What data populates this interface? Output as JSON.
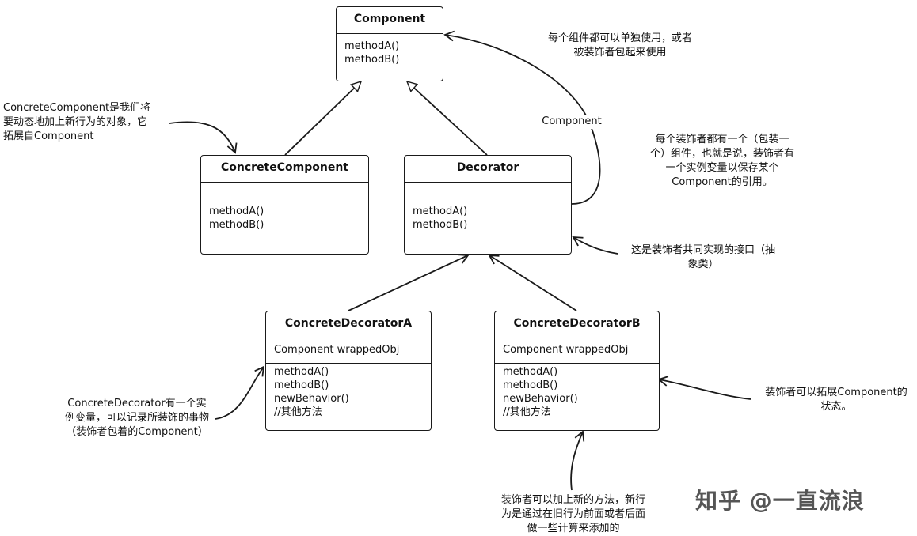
{
  "classes": {
    "component": {
      "name": "Component",
      "methods": [
        "methodA()",
        "methodB()"
      ]
    },
    "concrete_component": {
      "name": "ConcreteComponent",
      "methods": [
        "methodA()",
        "methodB()"
      ]
    },
    "decorator": {
      "name": "Decorator",
      "methods": [
        "methodA()",
        "methodB()"
      ]
    },
    "decorator_a": {
      "name": "ConcreteDecoratorA",
      "field": "Component wrappedObj",
      "methods": [
        "methodA()",
        "methodB()",
        "newBehavior()",
        "//其他方法"
      ]
    },
    "decorator_b": {
      "name": "ConcreteDecoratorB",
      "field": "Component wrappedObj",
      "methods": [
        "methodA()",
        "methodB()",
        "newBehavior()",
        "//其他方法"
      ]
    }
  },
  "notes": {
    "standalone": [
      "每个组件都可以单独使用，或者",
      "被装饰者包起来使用"
    ],
    "concrete_component": [
      "ConcreteComponent是我们将",
      "要动态地加上新行为的对象，它",
      "拓展自Component"
    ],
    "component_label": "Component",
    "has_component": [
      "每个装饰者都有一个（包装一",
      "个）组件，也就是说，装饰者有",
      "一个实例变量以保存某个",
      "Component的引用。"
    ],
    "common_interface": [
      "这是装饰者共同实现的接口（抽",
      "象类）"
    ],
    "wrapped_var": [
      "ConcreteDecorator有一个实",
      "例变量，可以记录所装饰的事物",
      "（装饰者包着的Component）"
    ],
    "extend_state": [
      "装饰者可以拓展Component的",
      "状态。"
    ],
    "new_methods": [
      "装饰者可以加上新的方法，新行",
      "为是通过在旧行为前面或者后面",
      "做一些计算来添加的"
    ]
  },
  "watermark": "知乎 @一直流浪"
}
